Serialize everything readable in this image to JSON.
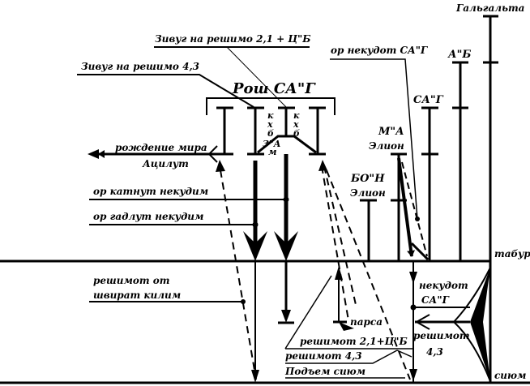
{
  "levels": {
    "tabur": "табур",
    "sium": "сиюм"
  },
  "partzufim": {
    "galgalta": "Гальгальта",
    "ab": "А\"Б",
    "sag": "СА\"Г",
    "ma_eilon": "М\"А",
    "ma_eilon_sub": "Элион",
    "bon_eilon": "БО\"Н",
    "bon_eilon_sub": "Элион"
  },
  "labels": {
    "zivug_21": "Зивуг на решимо 2,1 + Ц\"Б",
    "zivug_43": "Зивуг на решимо 4,3",
    "rosh_sag": "Рош СА\"Г",
    "or_nekudot_sag": "ор некудот СА\"Г",
    "birth_world": "рождение мира",
    "atzilut": "Ацилут",
    "or_katnut": "ор катнут некудим",
    "or_gadlut": "ор гадлут некудим",
    "reshimot_ot": "решимот от",
    "shvirat_kilim": "швират килим",
    "nekudot": "некудот",
    "nekudot_sag": "СА\"Г",
    "parsa": "парса",
    "reshimot_21": "решимот 2,1+Ц\"Б",
    "reshimot_43_left": "решимот 4,3",
    "podem_sium": "Подъем сиюм",
    "reshimot_right": "решимот",
    "reshimot_right_num": "4,3",
    "kxb_left": [
      "к",
      "х",
      "б"
    ],
    "kxb_right": [
      "к",
      "х",
      "б"
    ],
    "za": "З\"А",
    "m": "м"
  }
}
